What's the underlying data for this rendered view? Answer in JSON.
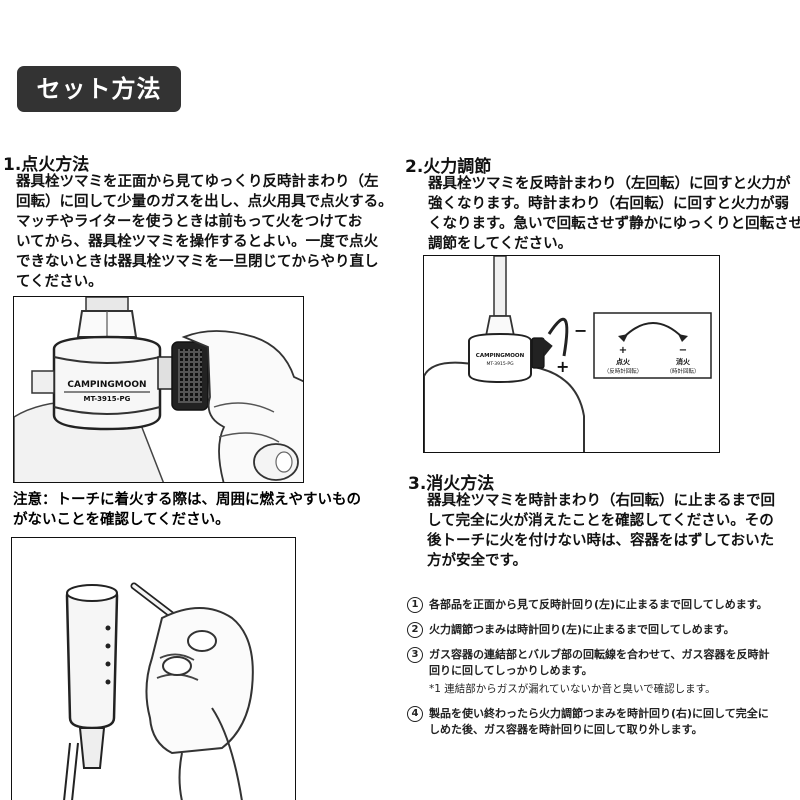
{
  "header": {
    "title": "セット方法"
  },
  "section1": {
    "heading": "1.点火方法",
    "lines": [
      "器具栓ツマミを正面から見てゆっくり反時計まわり（左",
      "回転）に回して少量のガスを出し、点火用具で点火する。",
      "マッチやライターを使うときは前もって火をつけてお",
      "いてから、器具栓ツマミを操作するとよい。一度で点火",
      "できないときは器具栓ツマミを一旦閉じてからやり直し",
      "てください。"
    ],
    "photo": {
      "brand": "CAMPINGMOON",
      "model": "MT-3915-PG"
    }
  },
  "note": {
    "lines": [
      "注意：トーチに着火する際は、周囲に燃えやすいもの",
      "がないことを確認してください。"
    ]
  },
  "section2": {
    "heading": "2.火力調節",
    "lines": [
      "器具栓ツマミを反時計まわり（左回転）に回すと火力が",
      "強くなります。時計まわり（右回転）に回すと火力が弱",
      "くなります。急いで回転させず静かにゆっくりと回転させ",
      "調節をしてください。"
    ],
    "diagram": {
      "brand": "CAMPINGMOON",
      "model": "MT-3915-PG",
      "plus": "+",
      "minus": "−",
      "left_label": "点火",
      "left_sub": "（反時計回転）",
      "right_label": "消火",
      "right_sub": "（時計回転）"
    }
  },
  "section3": {
    "heading": "3.消火方法",
    "lines": [
      "器具栓ツマミを時計まわり（右回転）に止まるまで回",
      "して完全に火が消えたことを確認してください。その",
      "後トーチに火を付けない時は、容器をはずしておいた",
      "方が安全です。"
    ]
  },
  "steps": [
    {
      "num": "1",
      "lines": [
        "各部品を正面から見て反時計回り(左)に止まるまで回してしめます。"
      ]
    },
    {
      "num": "2",
      "lines": [
        "火力調節つまみは時計回り(左)に止まるまで回してしめます。"
      ]
    },
    {
      "num": "3",
      "lines": [
        "ガス容器の連結部とバルブ部の回転線を合わせて、ガス容器を反時計",
        "回りに回してしっかりしめます。"
      ],
      "sub": "*1 連結部からガスが漏れていないか音と臭いで確認します。"
    },
    {
      "num": "4",
      "lines": [
        "製品を使い終わったら火力調節つまみを時計回り(右)に回して完全に",
        "しめた後、ガス容器を時計回りに回して取り外します。"
      ]
    }
  ]
}
